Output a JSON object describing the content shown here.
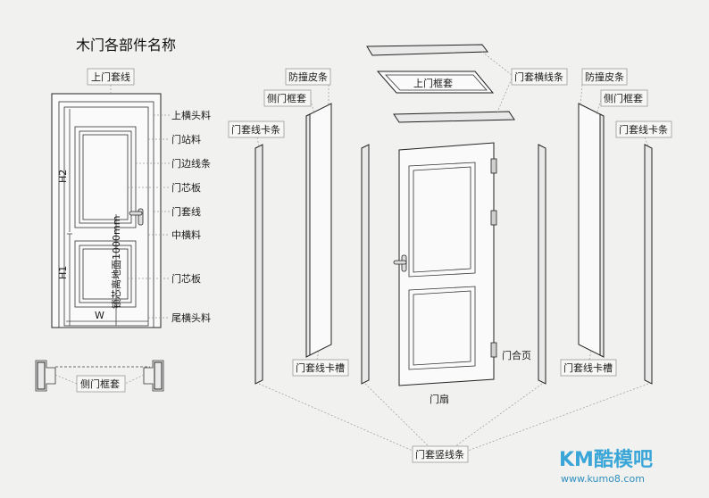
{
  "title": "木门各部件名称",
  "labels": {
    "upper_casing": "上门套线",
    "top_rail": "上横头料",
    "stile": "门站料",
    "edge_trim": "门边线条",
    "panel_upper": "门芯板",
    "casing_line": "门套线",
    "mid_rail": "中横料",
    "panel_lower": "门芯板",
    "bottom_rail": "尾横头料",
    "side_frame_bottom": "侧门框套",
    "h2": "H2",
    "h1": "H1",
    "w": "W",
    "lock_height": "锁芯离地面1000mm",
    "bump_strip_left": "防撞皮条",
    "side_frame_left": "侧门框套",
    "casing_clip_left": "门套线卡条",
    "casing_groove_left": "门套线卡槽",
    "top_frame": "上门框套",
    "casing_horizontal": "门套横线条",
    "hinge": "门合页",
    "door_leaf": "门扇",
    "bump_strip_right": "防撞皮条",
    "side_frame_right": "侧门框套",
    "casing_clip_right": "门套线卡条",
    "casing_groove_right": "门套线卡槽",
    "casing_vertical": "门套竖线条"
  },
  "watermark": {
    "brand": "KM酷模吧",
    "site": "www.kumo8.com"
  }
}
